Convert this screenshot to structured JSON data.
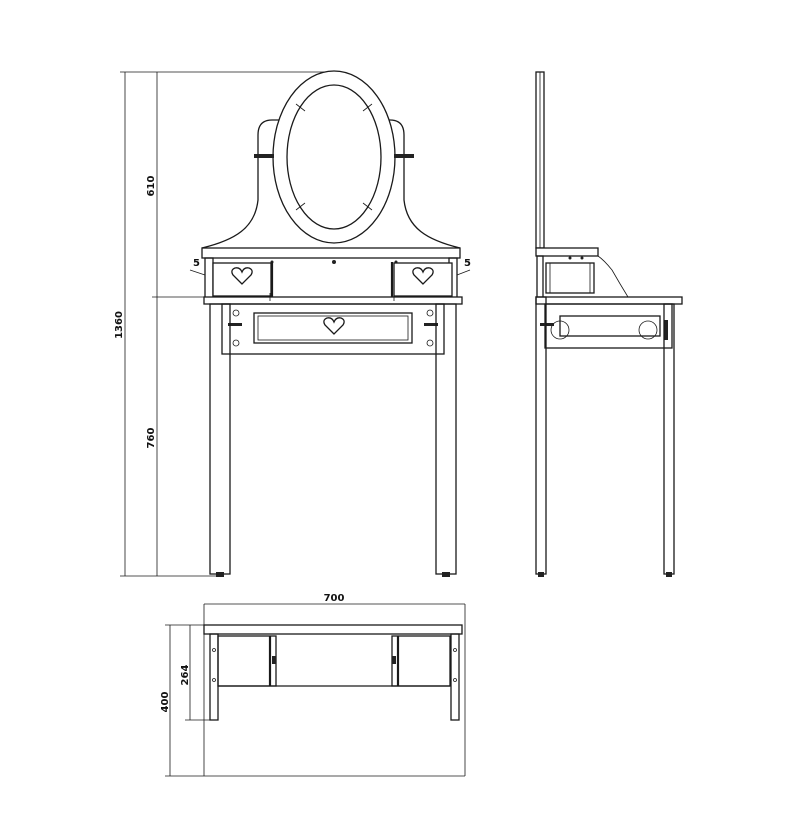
{
  "dimensions": {
    "total_height": "1360",
    "mirror_height": "610",
    "table_height": "760",
    "width": "700",
    "depth": "400",
    "inner_depth": "264",
    "drawer_gap_left": "5",
    "drawer_gap_right": "5"
  },
  "icons": {
    "drawer_motif": "heart-icon"
  },
  "colors": {
    "line": "#1a1a1a",
    "background": "#ffffff"
  }
}
